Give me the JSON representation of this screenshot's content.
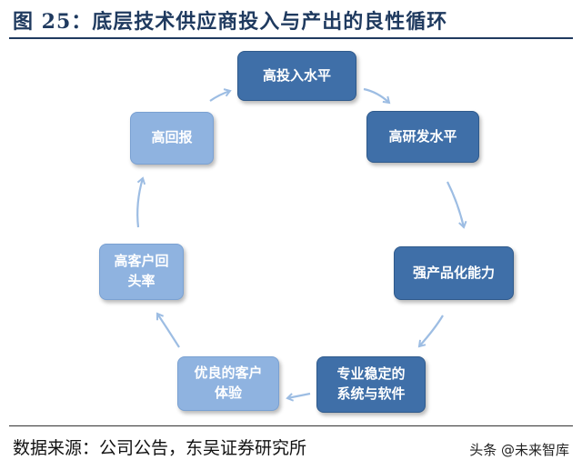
{
  "title": "图 25：底层技术供应商投入与产出的良性循环",
  "source": "数据来源：公司公告，东吴证券研究所",
  "watermark": "头条 @未来智库",
  "nodes": [
    {
      "id": "high-investment",
      "label": "高投入水平",
      "tone": "dark"
    },
    {
      "id": "high-rd",
      "label": "高研发水平",
      "tone": "dark"
    },
    {
      "id": "strong-productization",
      "label": "强产品化能力",
      "tone": "dark"
    },
    {
      "id": "professional-stable-systems",
      "label": "专业稳定的\n系统与软件",
      "tone": "dark"
    },
    {
      "id": "good-customer-experience",
      "label": "优良的客户\n体验",
      "tone": "light"
    },
    {
      "id": "high-repurchase",
      "label": "高客户回\n头率",
      "tone": "light"
    },
    {
      "id": "high-return",
      "label": "高回报",
      "tone": "light"
    }
  ],
  "colors": {
    "dark": "#3f6fa8",
    "light": "#8fb3e0",
    "arrow": "#9dbde3",
    "title": "#1f3a5f"
  }
}
